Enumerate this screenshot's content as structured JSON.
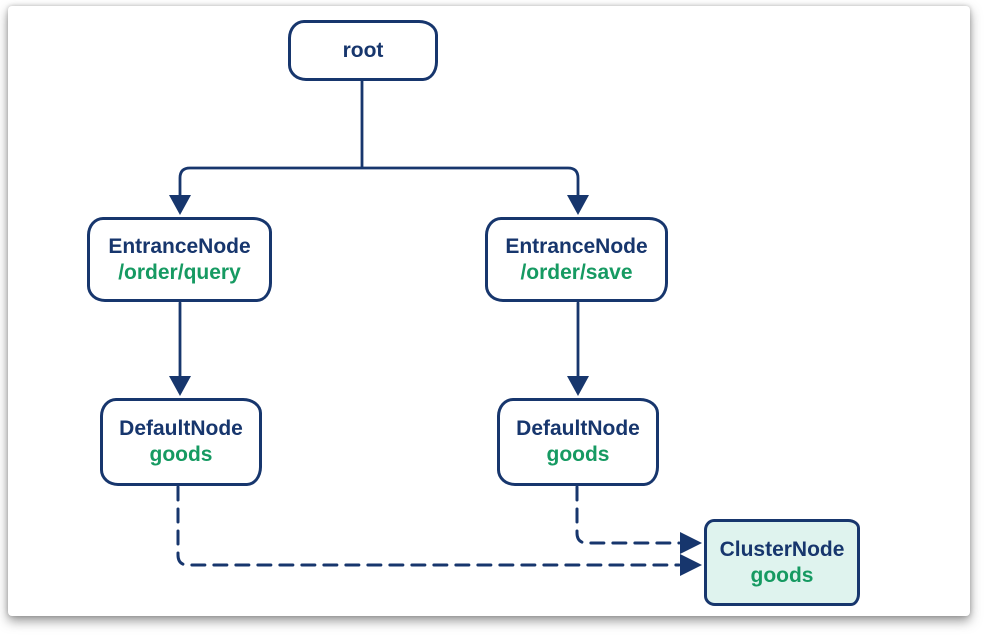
{
  "colors": {
    "navy": "#17366d",
    "green": "#169a62",
    "cluster_bg": "#dff3ee",
    "canvas_bg": "#ffffff"
  },
  "diagram": {
    "nodes": [
      {
        "id": "root",
        "title": "root",
        "subtitle": ""
      },
      {
        "id": "entrance-query",
        "title": "EntranceNode",
        "subtitle": "/order/query"
      },
      {
        "id": "entrance-save",
        "title": "EntranceNode",
        "subtitle": "/order/save"
      },
      {
        "id": "default-query",
        "title": "DefaultNode",
        "subtitle": "goods"
      },
      {
        "id": "default-save",
        "title": "DefaultNode",
        "subtitle": "goods"
      },
      {
        "id": "cluster-goods",
        "title": "ClusterNode",
        "subtitle": "goods"
      }
    ],
    "edges": [
      {
        "from": "root",
        "to": "entrance-query",
        "style": "solid-arrow"
      },
      {
        "from": "root",
        "to": "entrance-save",
        "style": "solid-arrow"
      },
      {
        "from": "entrance-query",
        "to": "default-query",
        "style": "solid-arrow"
      },
      {
        "from": "entrance-save",
        "to": "default-save",
        "style": "solid-arrow"
      },
      {
        "from": "default-query",
        "to": "cluster-goods",
        "style": "dashed-arrow"
      },
      {
        "from": "default-save",
        "to": "cluster-goods",
        "style": "dashed-arrow"
      }
    ]
  }
}
